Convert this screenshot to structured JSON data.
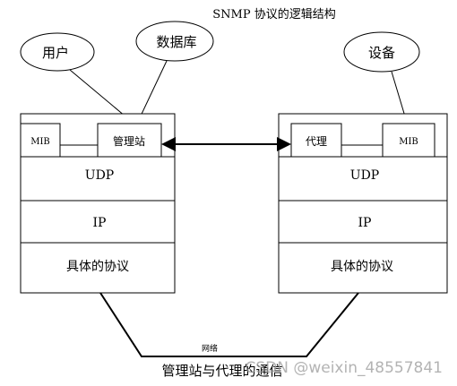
{
  "title": "SNMP 协议的逻辑结构",
  "bubbles": {
    "user": "用户",
    "database": "数据库",
    "device": "设备"
  },
  "manager_stack": {
    "mib": "MIB",
    "station": "管理站",
    "udp": "UDP",
    "ip": "IP",
    "protocol": "具体的协议"
  },
  "agent_stack": {
    "agent": "代理",
    "mib": "MIB",
    "udp": "UDP",
    "ip": "IP",
    "protocol": "具体的协议"
  },
  "network_label": "网络",
  "caption": "管理站与代理的通信",
  "watermark": "CSDN @weixin_48557841"
}
